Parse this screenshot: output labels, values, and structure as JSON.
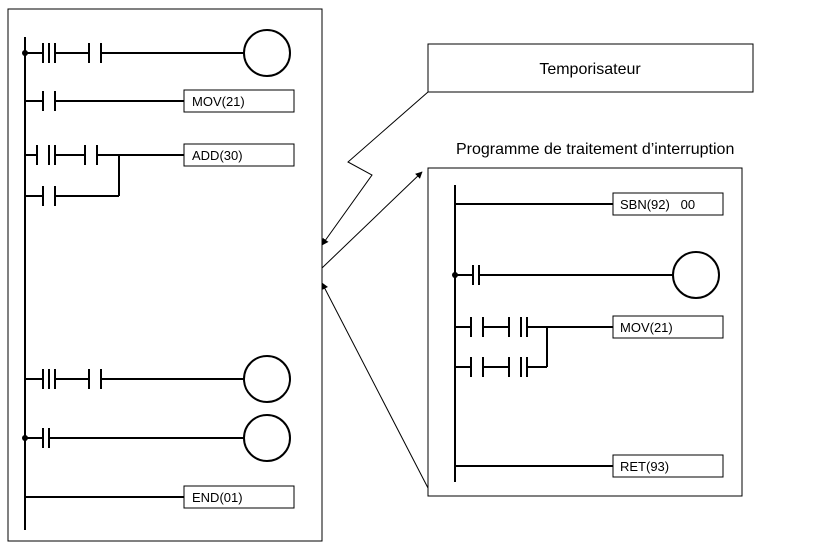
{
  "main_program": {
    "instructions": {
      "mov": "MOV(21)",
      "add": "ADD(30)",
      "end": "END(01)"
    }
  },
  "timer_label": "Temporisateur",
  "interrupt": {
    "caption": "Programme de traitement d’interruption",
    "instructions": {
      "sbn": "SBN(92)   00",
      "mov": "MOV(21)",
      "ret": "RET(93)"
    }
  }
}
